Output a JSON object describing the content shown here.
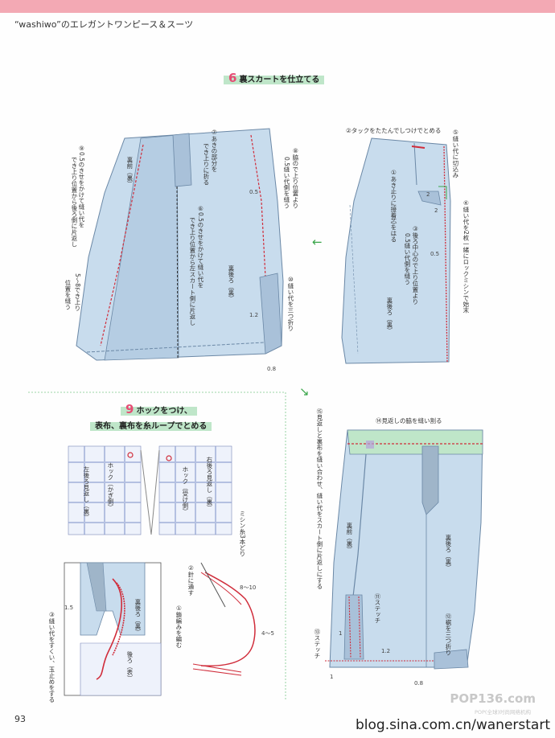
{
  "header": {
    "title": "“washiwo”のエレガントワンピース＆スーツ"
  },
  "page_number": "93",
  "footer": {
    "url": "blog.sina.com.cn/wanerstart"
  },
  "watermark": {
    "logo": "POP136.com",
    "sub": "POP(全球)时尚网络机构"
  },
  "section6": {
    "number": "6",
    "title": "裏スカートを仕立てる",
    "left_labels": {
      "n9": "⑨0.5のきせをかけて縫い代を",
      "n9b": "でき上り位置から後ろ側に片返し",
      "front": "裏前（裏）",
      "n7": "⑦あきの部分を",
      "n7b": "でき上りに折る",
      "n8": "⑧脇ので上り位置より",
      "n8b": "0.5縫い代側を縫う",
      "n6": "⑥0.5のきせをかけて縫い代を",
      "n6b": "でき上り位置から左スカート側に片返し",
      "back": "裏後ろ（裏）",
      "n10": "⑩縫い代を三つ折り",
      "side_a": "5〜8でき上り",
      "side_b": "位置を縫う",
      "v05": "0.5",
      "v12": "1.2",
      "v08": "0.8"
    },
    "right_labels": {
      "n2": "②タックをたたんでしつけでとめる",
      "n5": "⑤縫い代に切込み",
      "n1": "①あき止りに接着芯をはる",
      "n3": "③後ろ中心ので上り位置より",
      "n3b": "0.5縫い代側を縫う",
      "n4": "④縫い代を2枚一緒にロックミシンで始末",
      "back": "裏後ろ（裏）",
      "v2a": "2",
      "v2b": "2",
      "v05": "0.5"
    }
  },
  "section9": {
    "number": "9",
    "title1": "ホックをつけ、",
    "title2": "表布、裏布を糸ループでとめる",
    "labels": {
      "hook_left": "ホック（かぎ側）",
      "hook_right": "ホック（受け側）",
      "back_left": "左後ろ見返し（裏）",
      "back_right": "右後ろ見返し（裏）",
      "n3": "③縫い代をすくい、玉止めをする",
      "v15": "1.5",
      "back_lining": "裏後ろ（裏）",
      "back_outer": "後ろ（表）",
      "n2": "②針に通す",
      "n1": "①鎖編みを編む",
      "thread": "ミシン糸3本どり",
      "v810": "8〜10",
      "v45": "4〜5"
    }
  },
  "bottom_right": {
    "n15": "⑮見返しと裏布を縫い合わせ、縫い代をスカート側に片返しにする",
    "n14": "⑭見返しの脇を縫い割る",
    "front": "裏前（裏）",
    "back": "裏後ろ（裏）",
    "n11": "⑪ステッチ",
    "n12": "⑫裾を三つ折り",
    "n13": "⑬ステッチ",
    "v1": "1",
    "v1b": "1",
    "v12": "1.2",
    "v08": "0.8"
  },
  "colors": {
    "fabric": "#c8dced",
    "fabric_edge": "#6b88a6",
    "stitch": "#d02c3a",
    "accent": "#e64b73",
    "green_band": "#bfe6c9"
  }
}
